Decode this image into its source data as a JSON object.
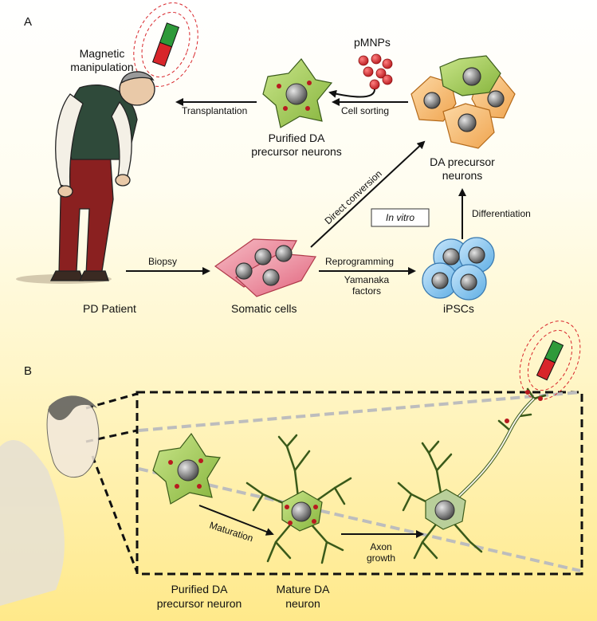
{
  "panel_a": {
    "letter": "A",
    "magnet_label": [
      "Magnetic",
      "manipulation"
    ],
    "pmnps": "pMNPs",
    "transplantation": "Transplantation",
    "cell_sorting": "Cell sorting",
    "purified_da": [
      "Purified DA",
      "precursor neurons"
    ],
    "da_precursor": [
      "DA precursor",
      "neurons"
    ],
    "direct_conversion": "Direct conversion",
    "in_vitro": "In vitro",
    "differentiation": "Differentiation",
    "biopsy": "Biopsy",
    "reprogramming": "Reprogramming",
    "yamanaka": [
      "Yamanaka",
      "factors"
    ],
    "pd_patient": "PD Patient",
    "somatic_cells": "Somatic cells",
    "ipscs": "iPSCs"
  },
  "panel_b": {
    "letter": "B",
    "maturation": "Maturation",
    "axon_growth": [
      "Axon",
      "growth"
    ],
    "purified_neuron": [
      "Purified DA",
      "precursor neuron"
    ],
    "mature_neuron": [
      "Mature DA",
      "neuron"
    ]
  },
  "colors": {
    "green_cell": "#a9cf5a",
    "orange_cell": "#f7c07a",
    "pink_cell": "#ee8a9a",
    "blue_cell": "#8fc8ee",
    "nanoparticle": "#d8252a",
    "magnet_red": "#d8252a",
    "magnet_green": "#2e9a3a",
    "trousers": "#8a2020",
    "vest": "#2f4a3a"
  }
}
